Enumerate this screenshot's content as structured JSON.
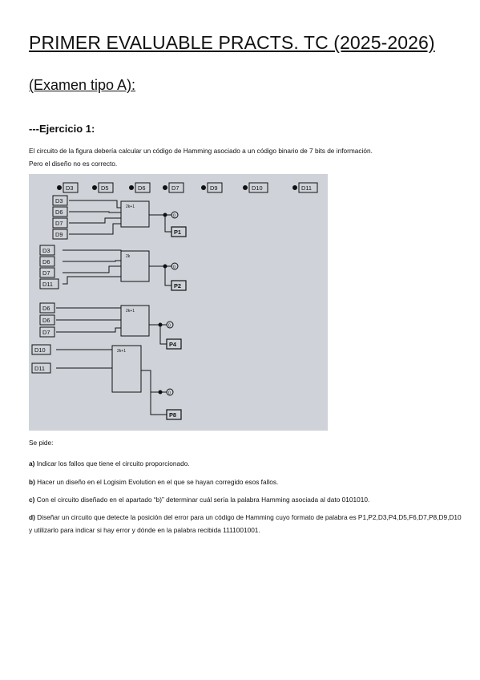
{
  "document": {
    "title": "PRIMER EVALUABLE PRACTS. TC (2025-2026)",
    "subtitle": "(Examen tipo A):",
    "exercise_heading": "---Ejercicio 1:",
    "intro_line1": "El circuito de la figura debería calcular un código de Hamming asociado a un código binario de 7 bits de información.",
    "intro_line2": "Pero el diseño no es correcto.",
    "se_pide": "Se pide:",
    "questions": [
      {
        "letter": "a)",
        "text": " Indicar los fallos que tiene el circuito proporcionado."
      },
      {
        "letter": "b)",
        "text": " Hacer un diseño en el Logisim Evolution en el que se hayan corregido esos fallos."
      },
      {
        "letter": "c)",
        "text": " Con el circuito diseñado en el apartado “b)” determinar cuál sería la palabra Hamming asociada al dato 0101010."
      },
      {
        "letter": "d)",
        "text": " Diseñar un circuito que detecte la posición del error para un código de Hamming cuyo formato de palabra es P1,P2,D3,P4,D5,F6,D7,P8,D9,D10 y utilizarlo para indicar si hay error y dónde en la palabra recibida 1111001001."
      }
    ]
  },
  "circuit": {
    "top_inputs": [
      "D3",
      "D5",
      "D6",
      "D7",
      "D9",
      "D10",
      "D11"
    ],
    "groups": [
      {
        "inputs": [
          "D3",
          "D6",
          "D7",
          "D9"
        ],
        "gate": "2k+1",
        "output": "P1"
      },
      {
        "inputs": [
          "D3",
          "D6",
          "D7",
          "D11"
        ],
        "gate": "2k",
        "output": "P2"
      },
      {
        "inputs": [
          "D6",
          "D6",
          "D7"
        ],
        "gate": "2k+1",
        "output": "P4"
      },
      {
        "inputs": [
          "D10",
          "D11"
        ],
        "gate": "2k+1",
        "output": "P8"
      }
    ],
    "probe_value": "0"
  }
}
